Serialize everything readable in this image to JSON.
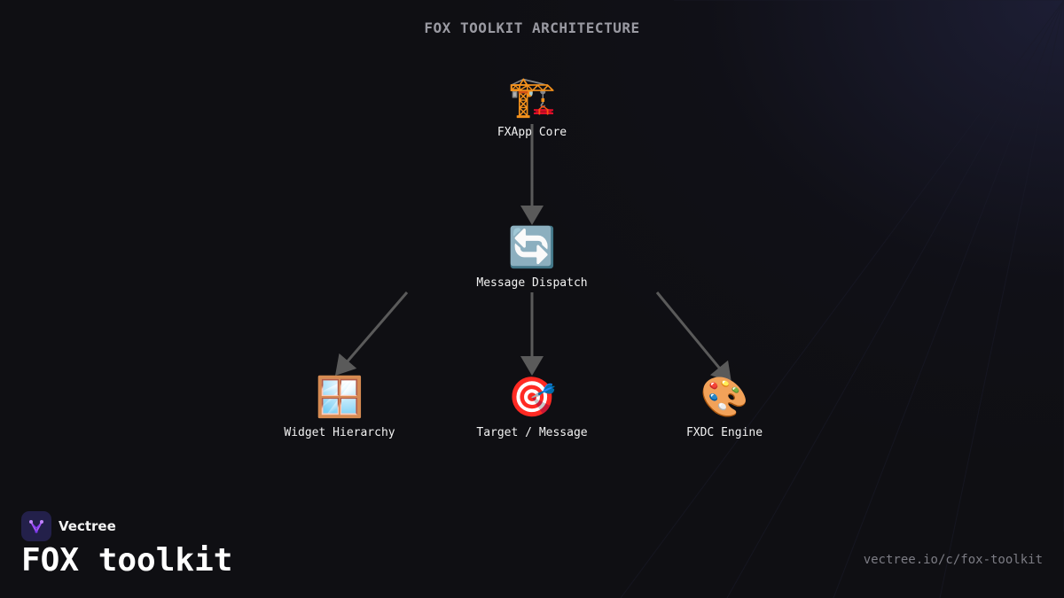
{
  "diagram": {
    "title": "FOX TOOLKIT ARCHITECTURE",
    "nodes": [
      {
        "id": "core",
        "icon": "🏗️",
        "icon_name": "construction-crane-icon",
        "label": "FXApp Core"
      },
      {
        "id": "dispatch",
        "icon": "🔄",
        "icon_name": "arrows-cycle-icon",
        "label": "Message Dispatch"
      },
      {
        "id": "widgets",
        "icon": "🪟",
        "icon_name": "window-icon",
        "label": "Widget Hierarchy"
      },
      {
        "id": "target",
        "icon": "🎯",
        "icon_name": "target-icon",
        "label": "Target / Message"
      },
      {
        "id": "fxdc",
        "icon": "🎨",
        "icon_name": "palette-icon",
        "label": "FXDC Engine"
      }
    ],
    "edges": [
      {
        "from": "core",
        "to": "dispatch"
      },
      {
        "from": "dispatch",
        "to": "widgets"
      },
      {
        "from": "dispatch",
        "to": "target"
      },
      {
        "from": "dispatch",
        "to": "fxdc"
      }
    ],
    "colors": {
      "arrow": "#5a5a5a",
      "label": "#f2f2f2",
      "title": "#9a9aa2"
    }
  },
  "brand": {
    "name": "Vectree",
    "logo_icon": "vectree-logo-icon",
    "logo_color": "#a855f7"
  },
  "footer": {
    "course_title": "FOX toolkit",
    "url": "vectree.io/c/fox-toolkit"
  }
}
